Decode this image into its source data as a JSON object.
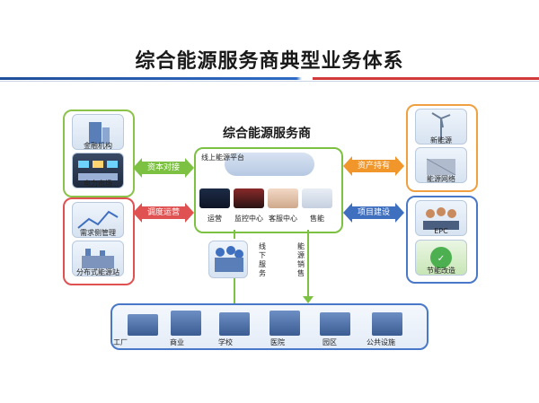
{
  "title": "综合能源服务商典型业务体系",
  "center": {
    "title": "综合能源服务商",
    "platform_label": "线上能源平台",
    "items": [
      "运营",
      "监控中心",
      "客服中心",
      "售能"
    ]
  },
  "left_top": {
    "items": [
      "金融机构",
      "电力市场"
    ]
  },
  "left_bottom": {
    "items": [
      "需求侧管理",
      "分布式能源站"
    ]
  },
  "right_top": {
    "items": [
      "新能源",
      "能源网络"
    ]
  },
  "right_bottom": {
    "items": [
      "EPC",
      "节能改造"
    ]
  },
  "arrows": {
    "capital": "资本对接",
    "dispatch": "调度运营",
    "asset": "资产持有",
    "project": "项目建设"
  },
  "offline_service": "线下服务",
  "energy_sales": "能源销售",
  "bottom": {
    "items": [
      "工厂",
      "商业",
      "学校",
      "医院",
      "园区",
      "公共设施"
    ]
  },
  "colors": {
    "green": "#7cc142",
    "red": "#e05252",
    "orange": "#f0962a",
    "blue": "#3f6fbf"
  }
}
